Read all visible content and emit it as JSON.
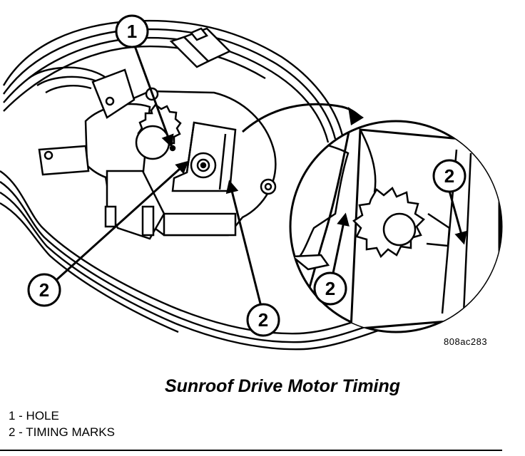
{
  "figure": {
    "code": "808ac283",
    "caption": "Sunroof Drive Motor Timing"
  },
  "callouts": [
    {
      "number": "1"
    },
    {
      "number": "2"
    },
    {
      "number": "2"
    },
    {
      "number": "2"
    },
    {
      "number": "2"
    }
  ],
  "legend": [
    {
      "text": "1 - HOLE"
    },
    {
      "text": "2 - TIMING MARKS"
    }
  ]
}
